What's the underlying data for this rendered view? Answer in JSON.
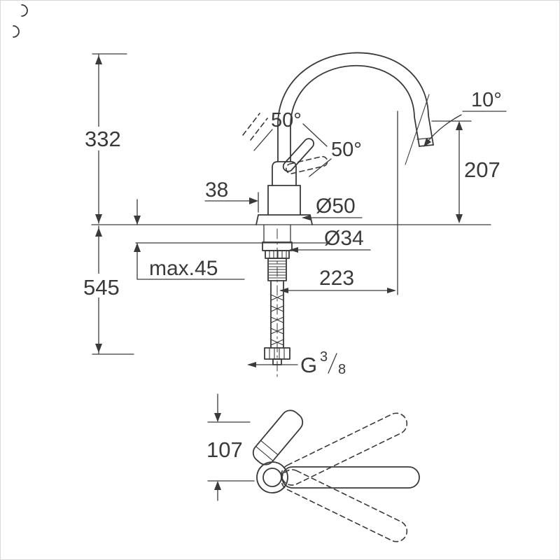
{
  "colors": {
    "line": "#3a3a3a",
    "background": "#ffffff",
    "border": "#d9d9d9"
  },
  "drawing": {
    "dims": {
      "d332": "332",
      "d545": "545",
      "d38": "38",
      "a50_left": "50°",
      "a50_right": "50°",
      "a10": "10°",
      "d207": "207",
      "dia50": "Ø50",
      "dia34": "Ø34",
      "max45": "max.45",
      "d223": "223",
      "thread_prefix": "G",
      "thread_numerator": "3",
      "thread_denominator": "8",
      "d107": "107"
    }
  }
}
